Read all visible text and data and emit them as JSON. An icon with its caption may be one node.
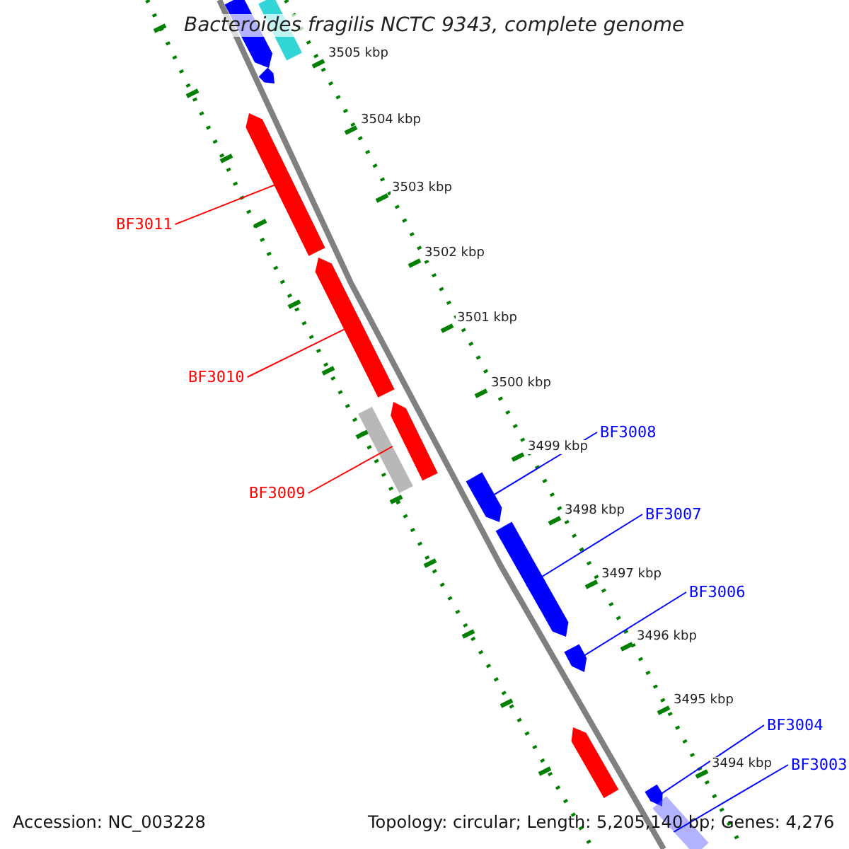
{
  "diagram": {
    "title": "Bacteroides fragilis NCTC 9343, complete genome",
    "nodes": [
      {
        "text": [
          "BF3011"
        ]
      },
      {
        "text": [],
        "shape": "bar"
      },
      {
        "text": [
          "BF3010"
        ]
      },
      {
        "text": [],
        "shape": "bar"
      },
      {
        "text": [
          "BF3009"
        ]
      },
      {
        "text": [],
        "shape": "bar"
      },
      {
        "text": [
          "BF3008"
        ]
      },
      {
        "text": [],
        "shape": "bar"
      },
      {
        "text": [
          "BF3007"
        ]
      },
      {
        "text": [],
        "shape": "bar"
      },
      {
        "text": [
          "BF3006"
        ]
      },
      {
        "text": [],
        "shape": "bar"
      },
      {
        "text": [
          "BF3004"
        ]
      },
      {
        "text": [],
        "shape": "bar"
      },
      {
        "text": [
          "BF3003"
        ]
      },
      {
        "text": [],
        "shape": "bar"
      }
    ],
    "edges": [
      {
        "from": 0,
        "to": 1,
        "arrow": "none",
        "color": "#ff0000"
      },
      {
        "from": 2,
        "to": 3,
        "arrow": "none",
        "color": "#ff0000"
      },
      {
        "from": 4,
        "to": 5,
        "arrow": "none",
        "color": "#ff0000"
      },
      {
        "from": 6,
        "to": 7,
        "arrow": "none"
      },
      {
        "from": 8,
        "to": 9,
        "arrow": "none"
      },
      {
        "from": 10,
        "to": 11,
        "arrow": "none"
      },
      {
        "from": 12,
        "to": 13,
        "arrow": "none"
      },
      {
        "from": 14,
        "to": 15,
        "arrow": "none"
      }
    ],
    "labels": [
      "3505 kbp",
      "3504 kbp",
      "3503 kbp",
      "3502 kbp",
      "3501 kbp",
      "3500 kbp",
      "3499 kbp",
      "3498 kbp",
      "3497 kbp",
      "3496 kbp",
      "3495 kbp",
      "3494 kbp",
      "Accession: NC_003228",
      "Topology: circular; Length: 5,205,140 bp; Genes: 4,276"
    ]
  }
}
